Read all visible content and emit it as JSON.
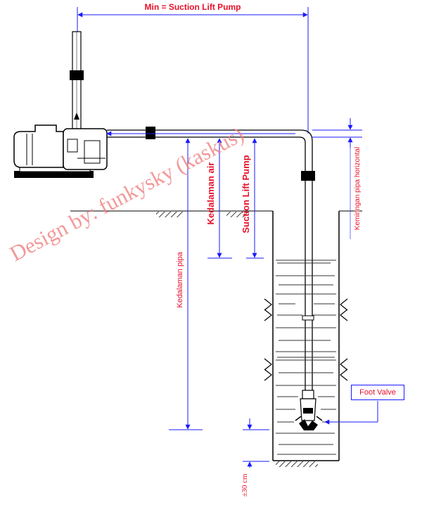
{
  "labels": {
    "top_dimension": "Min = Suction Lift Pump",
    "water_depth": "Kedalaman air",
    "suction_lift": "Suction Lift Pump",
    "pipe_depth": "Kedalaman pipa",
    "horizontal_slope": "Kemiringan pipa horizontal",
    "clearance": "±30 cm",
    "foot_valve": "Foot Valve"
  },
  "watermark": "Design by: funkysky (kaskus)",
  "colors": {
    "dimension_line": "#1a1aff",
    "label_text": "#e8102a",
    "drawing": "#000000",
    "watermark": "#f08080"
  }
}
